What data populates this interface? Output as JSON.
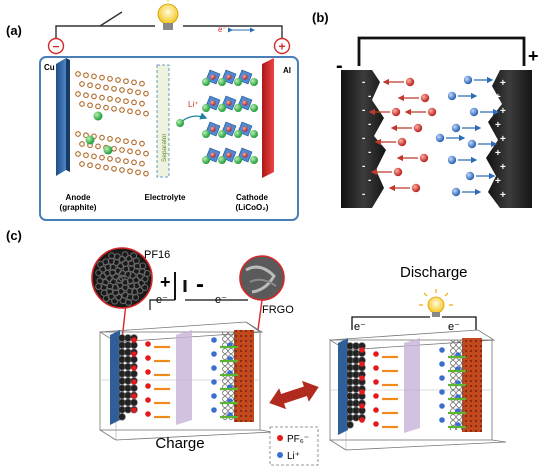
{
  "panel_a": {
    "tag": "(a)",
    "minus": "−",
    "plus": "+",
    "electron": "e⁻",
    "cu": "Cu",
    "al": "Al",
    "li": "Li⁺",
    "separator": "Separator",
    "anode_1": "Anode",
    "anode_2": "(graphite)",
    "electrolyte": "Electrolyte",
    "cathode_1": "Cathode",
    "cathode_2": "(LiCoO₂)",
    "colors": {
      "anode": "#3a6fa8",
      "cathode": "#d62828",
      "frame": "#4a7fb8"
    }
  },
  "panel_b": {
    "tag": "(b)",
    "minus": "-",
    "plus": "+",
    "neg_signs": [
      "-",
      "-",
      "-",
      "-",
      "-",
      "-",
      "-",
      "-",
      "-"
    ],
    "pos_signs": [
      "+",
      "+",
      "+",
      "+",
      "+",
      "+",
      "+",
      "+",
      "+"
    ],
    "colors": {
      "cation": "#c0392b",
      "anion": "#2e6db4"
    }
  },
  "panel_c": {
    "tag": "(c)",
    "pf16": "PF16",
    "frgo": "FRGO",
    "charge_plus": "+",
    "charge_minus": "-",
    "charge_e_left": "e⁻",
    "charge_e_right": "e⁻",
    "discharge_title": "Discharge",
    "discharge_e_left": "e⁻",
    "discharge_e_right": "e⁻",
    "charge_title": "Charge",
    "legend_pf6": "PF₆⁻",
    "legend_li": "Li⁺"
  }
}
